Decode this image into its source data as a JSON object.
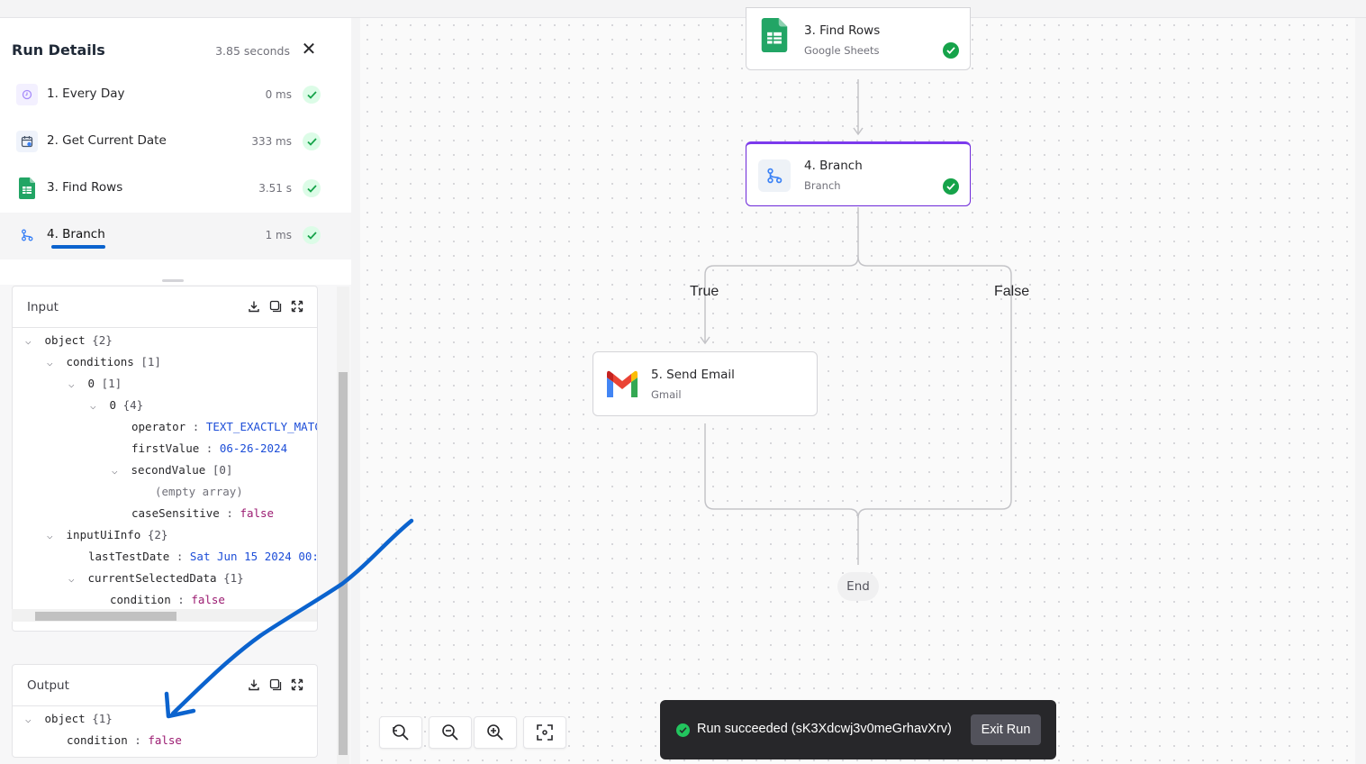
{
  "run_details": {
    "title": "Run Details",
    "duration": "3.85 seconds",
    "close": "✕",
    "steps": [
      {
        "label": "1. Every Day",
        "time": "0 ms",
        "icon": "clock-icon"
      },
      {
        "label": "2. Get Current Date",
        "time": "333 ms",
        "icon": "calendar-icon"
      },
      {
        "label": "3. Find Rows",
        "time": "3.51 s",
        "icon": "google-sheets-icon"
      },
      {
        "label": "4. Branch",
        "time": "1 ms",
        "icon": "branch-icon",
        "active": true
      }
    ]
  },
  "input_panel": {
    "title": "Input",
    "rows": [
      {
        "chev": "⌵",
        "key": "object",
        "meta": "{2}"
      },
      {
        "chev": "⌵",
        "key": "conditions",
        "meta": "[1]"
      },
      {
        "chev": "⌵",
        "key": "0",
        "meta": "[1]"
      },
      {
        "chev": "⌵",
        "key": "0",
        "meta": "{4}"
      },
      {
        "key": "operator",
        "sep": ":",
        "value": "TEXT_EXACTLY_MATC",
        "type": "str"
      },
      {
        "key": "firstValue",
        "sep": ":",
        "value": "06-26-2024",
        "type": "str"
      },
      {
        "chev": "⌵",
        "key": "secondValue",
        "meta": "[0]"
      },
      {
        "value": "(empty array)",
        "type": "dim"
      },
      {
        "key": "caseSensitive",
        "sep": ":",
        "value": "false",
        "type": "bool"
      },
      {
        "chev": "⌵",
        "key": "inputUiInfo",
        "meta": "{2}"
      },
      {
        "key": "lastTestDate",
        "sep": ":",
        "value": "Sat Jun 15 2024 00:",
        "type": "str"
      },
      {
        "chev": "⌵",
        "key": "currentSelectedData",
        "meta": "{1}"
      },
      {
        "key": "condition",
        "sep": ":",
        "value": "false",
        "type": "bool"
      }
    ]
  },
  "output_panel": {
    "title": "Output",
    "rows": [
      {
        "chev": "⌵",
        "key": "object",
        "meta": "{1}"
      },
      {
        "key": "condition",
        "sep": ":",
        "value": "false",
        "type": "bool"
      }
    ]
  },
  "flow": {
    "nodes": {
      "find_rows": {
        "title": "3. Find Rows",
        "subtitle": "Google Sheets"
      },
      "branch": {
        "title": "4. Branch",
        "subtitle": "Branch"
      },
      "send_email": {
        "title": "5. Send Email",
        "subtitle": "Gmail"
      }
    },
    "labels": {
      "true": "True",
      "false": "False",
      "end": "End"
    }
  },
  "toast": {
    "message": "Run succeeded (sK3Xdcwj3v0meGrhavXrv)",
    "button": "Exit Run"
  },
  "colors": {
    "accent": "#7c3aed",
    "success": "#16a34a",
    "annotation": "#0b63ce"
  }
}
